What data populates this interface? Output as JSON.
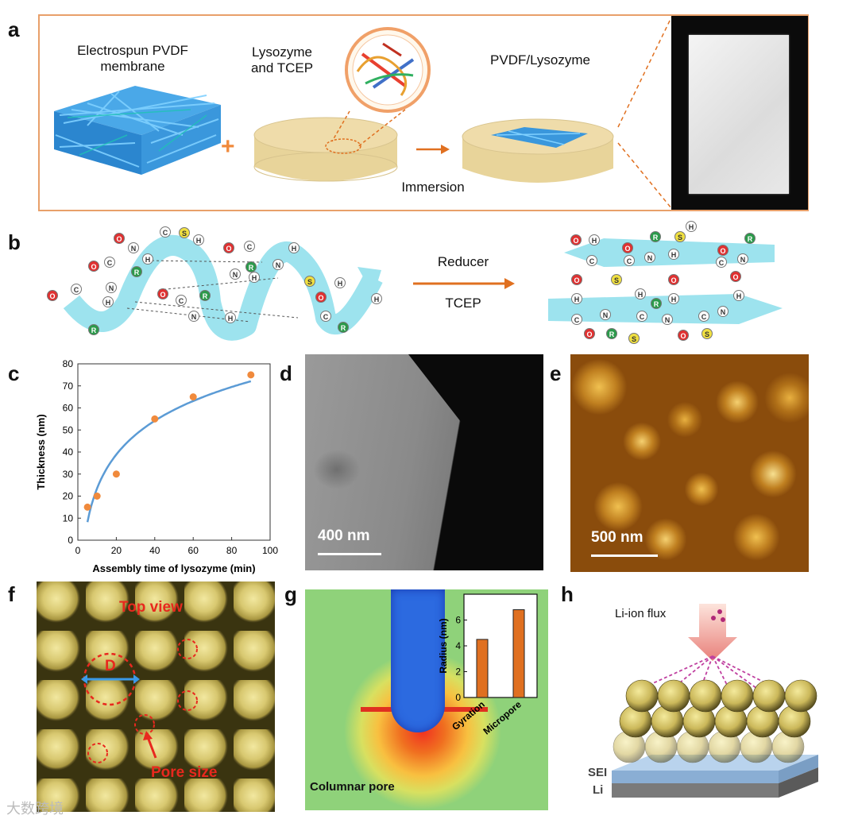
{
  "panel_labels": {
    "a": "a",
    "b": "b",
    "c": "c",
    "d": "d",
    "e": "e",
    "f": "f",
    "g": "g",
    "h": "h"
  },
  "panel_a": {
    "membrane_label_1": "Electrospun PVDF",
    "membrane_label_2": "membrane",
    "plus": "+",
    "reagent_label_1": "Lysozyme",
    "reagent_label_2": "and TCEP",
    "product_label": "PVDF/Lysozyme",
    "step_label": "Immersion"
  },
  "panel_b": {
    "arrow_top": "Reducer",
    "arrow_bottom": "TCEP",
    "atoms": {
      "O": "O",
      "N": "N",
      "C": "C",
      "H": "H",
      "S": "S",
      "R": "R"
    }
  },
  "chart_data": {
    "type": "scatter",
    "xlabel": "Assembly time of lysozyme (min)",
    "ylabel": "Thickness (nm)",
    "xlim": [
      0,
      100
    ],
    "ylim": [
      0,
      80
    ],
    "xticks": [
      0,
      20,
      40,
      60,
      80,
      100
    ],
    "yticks": [
      0,
      10,
      20,
      30,
      40,
      50,
      60,
      70,
      80
    ],
    "points": [
      {
        "x": 5,
        "y": 15
      },
      {
        "x": 10,
        "y": 20
      },
      {
        "x": 20,
        "y": 30
      },
      {
        "x": 40,
        "y": 55
      },
      {
        "x": 60,
        "y": 65
      },
      {
        "x": 90,
        "y": 75
      }
    ],
    "fit_curve": {
      "type": "logarithmic",
      "x_range": [
        5,
        90
      ]
    },
    "colors": {
      "points": "#f08a3c",
      "fit": "#5b9bd5"
    }
  },
  "panel_d": {
    "scale": "400 nm"
  },
  "panel_e": {
    "scale": "500 nm"
  },
  "panel_f": {
    "top_view": "Top view",
    "diameter": "D",
    "pore": "Pore size"
  },
  "panel_g": {
    "caption": "Columnar pore",
    "inset": {
      "type": "bar",
      "ylabel": "Radius (nm)",
      "categories": [
        "Gyration",
        "Micropore"
      ],
      "values": [
        4.5,
        6.8
      ],
      "ylim": [
        0,
        8
      ],
      "yticks": [
        0,
        2,
        4,
        6
      ],
      "color": "#e07020"
    }
  },
  "panel_h": {
    "flux": "Li-ion flux",
    "sei": "SEI",
    "li": "Li"
  },
  "watermark": "大数跨境"
}
